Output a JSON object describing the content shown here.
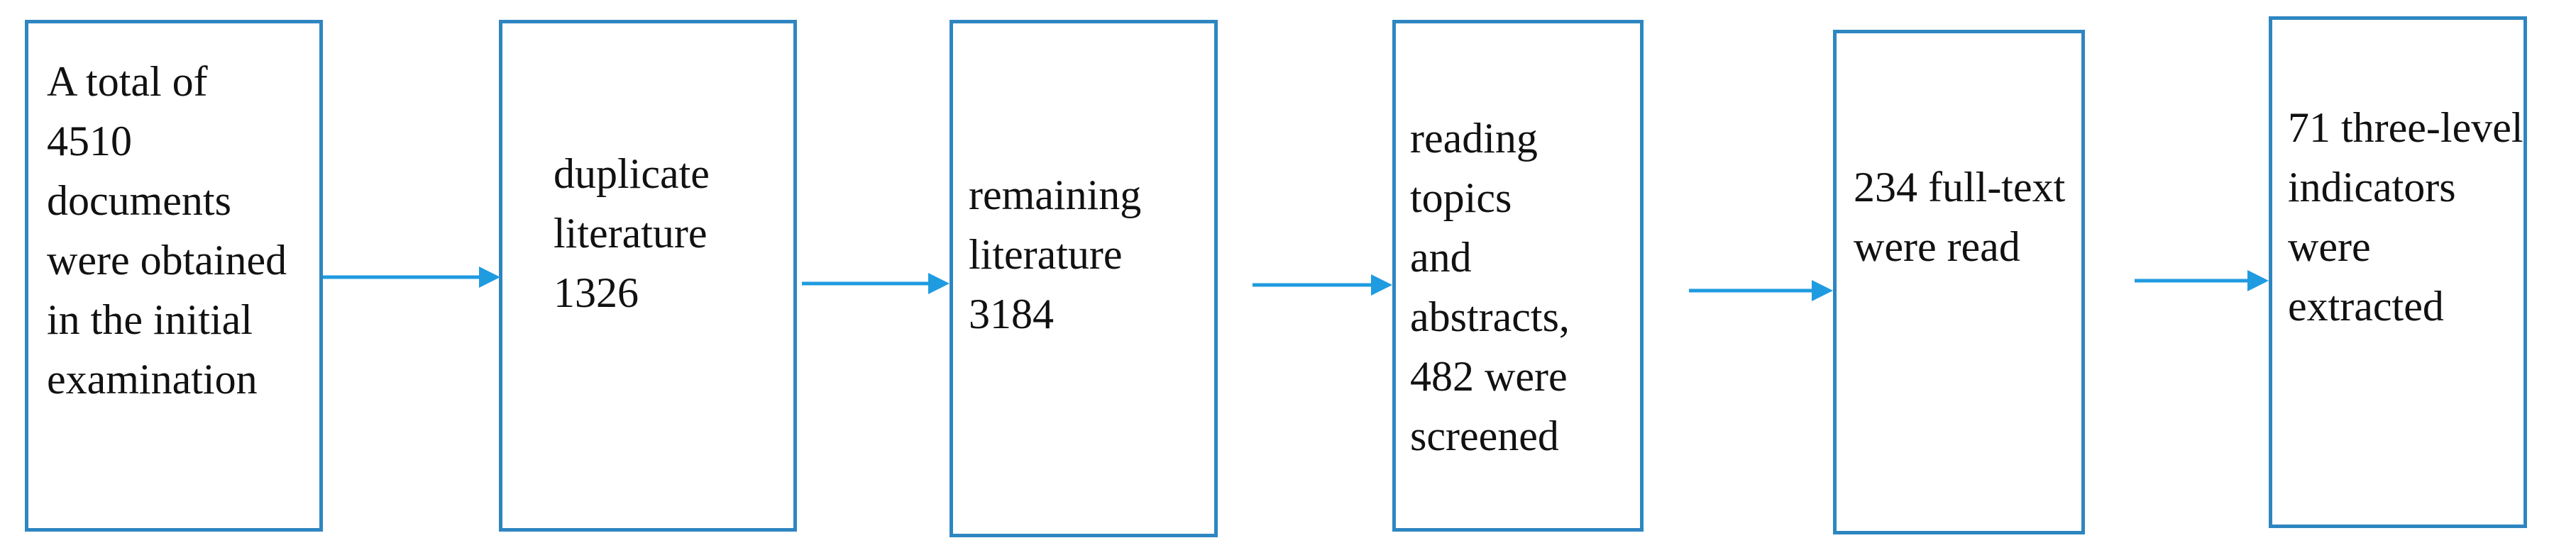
{
  "steps": [
    {
      "text": "A total of\n4510\ndocuments\nwere obtained\nin the initial\nexamination"
    },
    {
      "text": "duplicate\nliterature\n1326"
    },
    {
      "text": "remaining\nliterature 3184"
    },
    {
      "text": "reading topics\nand abstracts,\n482 were\nscreened"
    },
    {
      "text": "234 full-text\nwere read"
    },
    {
      "text": "71 three-level\nindicators were\nextracted"
    }
  ],
  "colors": {
    "border": "#2e86c1",
    "arrow": "#1f9be0",
    "text": "#111111"
  }
}
